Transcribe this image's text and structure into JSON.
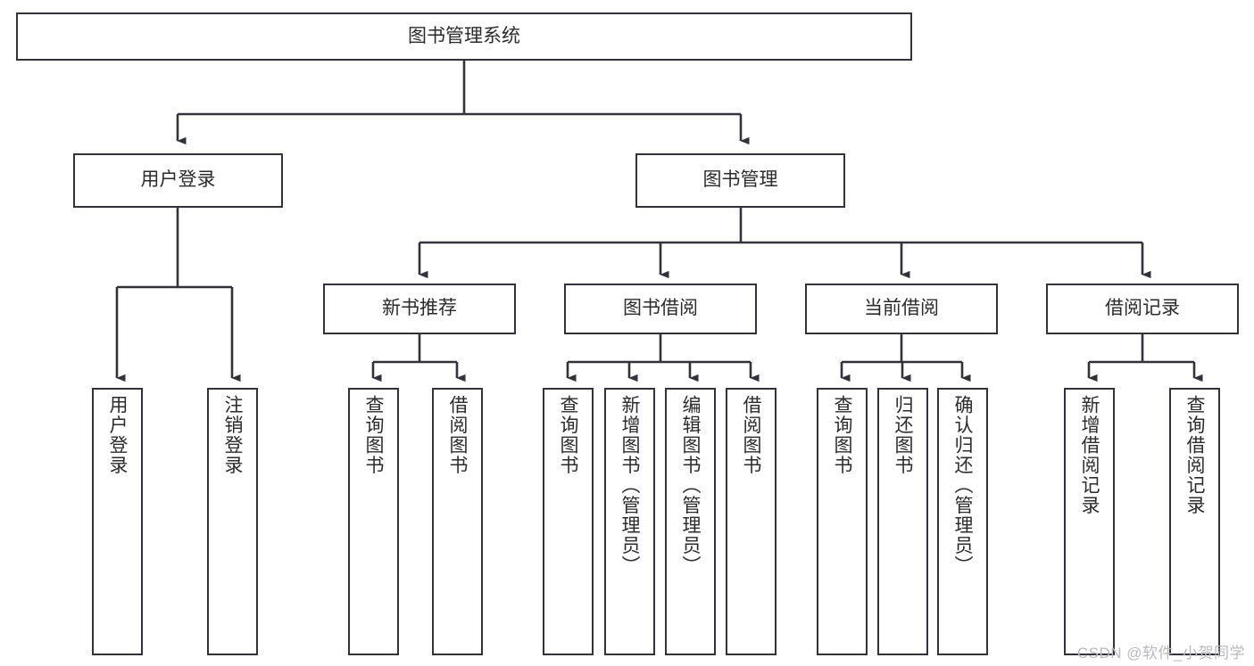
{
  "diagram": {
    "title": "图书管理系统",
    "type": "tree",
    "watermark": "CSDN @软件_小贺同学",
    "colors": {
      "node_border": "#32323a",
      "node_fill": "#ffffff",
      "connector": "#32323a",
      "text": "#2b2b2b",
      "watermark": "#b9b9bd"
    },
    "nodes": {
      "root": {
        "label": "图书管理系统",
        "level": 0
      },
      "l1": [
        {
          "id": "user_login",
          "label": "用户登录"
        },
        {
          "id": "book_manage",
          "label": "图书管理"
        }
      ],
      "l2": [
        {
          "id": "new_book_rec",
          "label": "新书推荐",
          "parent": "book_manage"
        },
        {
          "id": "book_borrow",
          "label": "图书借阅",
          "parent": "book_manage"
        },
        {
          "id": "current_borrow",
          "label": "当前借阅",
          "parent": "book_manage"
        },
        {
          "id": "borrow_record",
          "label": "借阅记录",
          "parent": "book_manage"
        }
      ],
      "leaves": [
        {
          "id": "leaf_user_login",
          "label": "用户登录",
          "parent": "user_login"
        },
        {
          "id": "leaf_logout",
          "label": "注销登录",
          "parent": "user_login"
        },
        {
          "id": "leaf_query_book_1",
          "label": "查询图书",
          "parent": "new_book_rec"
        },
        {
          "id": "leaf_borrow_book_1",
          "label": "借阅图书",
          "parent": "new_book_rec"
        },
        {
          "id": "leaf_query_book_2",
          "label": "查询图书",
          "parent": "book_borrow"
        },
        {
          "id": "leaf_add_book",
          "label": "新增图书（管理员）",
          "parent": "book_borrow"
        },
        {
          "id": "leaf_edit_book",
          "label": "编辑图书（管理员）",
          "parent": "book_borrow"
        },
        {
          "id": "leaf_borrow_book_2",
          "label": "借阅图书",
          "parent": "book_borrow"
        },
        {
          "id": "leaf_query_book_3",
          "label": "查询图书",
          "parent": "current_borrow"
        },
        {
          "id": "leaf_return_book",
          "label": "归还图书",
          "parent": "current_borrow"
        },
        {
          "id": "leaf_confirm_return",
          "label": "确认归还（管理员）",
          "parent": "current_borrow"
        },
        {
          "id": "leaf_add_record",
          "label": "新增借阅记录",
          "parent": "borrow_record"
        },
        {
          "id": "leaf_query_record",
          "label": "查询借阅记录",
          "parent": "borrow_record"
        }
      ]
    }
  }
}
